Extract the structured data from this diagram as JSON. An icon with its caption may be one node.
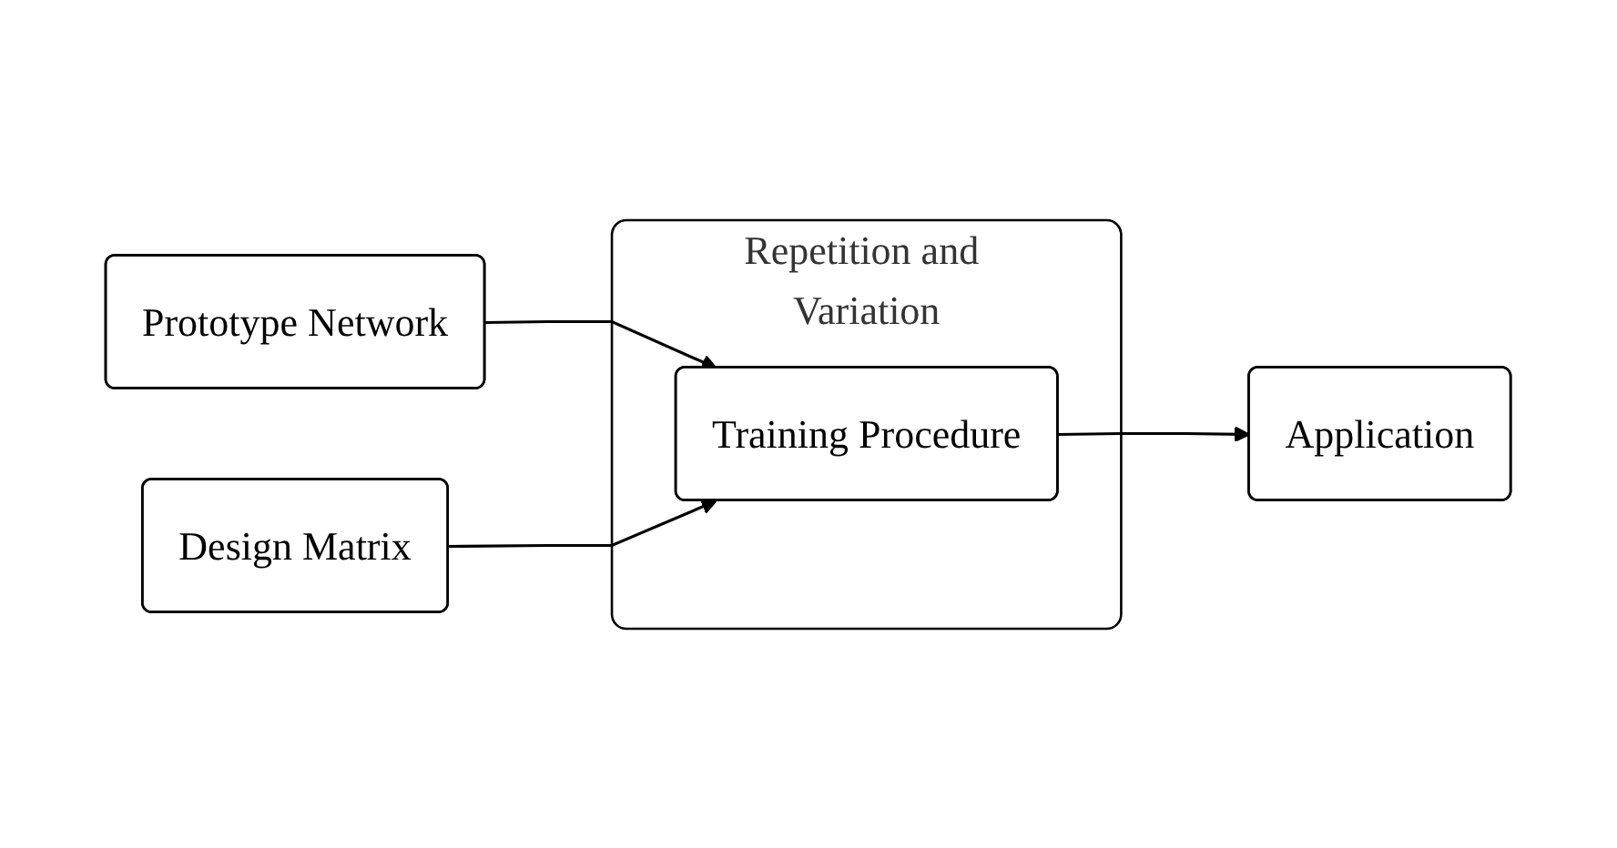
{
  "diagram": {
    "nodes": [
      {
        "text": [
          "Prototype Network"
        ]
      },
      {
        "text": [
          "Repetition and Variation"
        ]
      },
      {
        "text": [
          "Training Procedure"
        ],
        "in": 1
      },
      {
        "text": [
          "Design Matrix"
        ]
      },
      {
        "text": [
          "Application"
        ]
      }
    ],
    "edges": [
      {
        "from": 0,
        "to": 2,
        "arrow": "to"
      },
      {
        "from": 3,
        "to": 2,
        "arrow": "to"
      },
      {
        "from": 2,
        "to": 4,
        "arrow": "to"
      }
    ]
  }
}
